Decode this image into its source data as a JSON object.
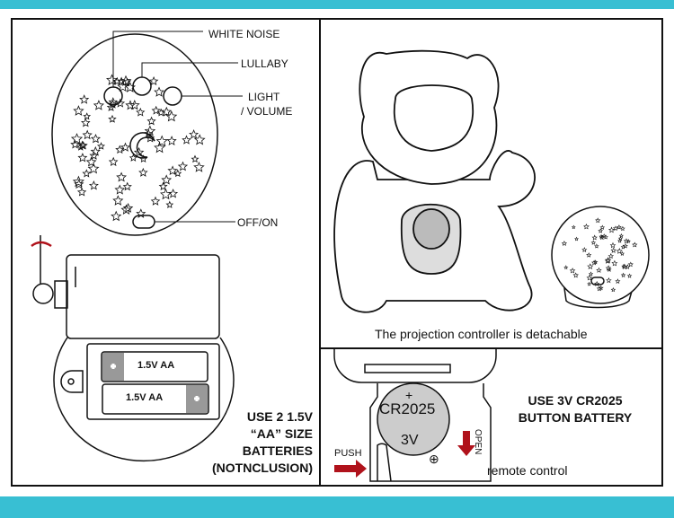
{
  "controls": {
    "white_noise": "WHITE NOISE",
    "lullaby": "LULLABY",
    "light": "LIGHT",
    "volume": "/ VOLUME",
    "off_on": "OFF/ON"
  },
  "aa_battery": {
    "cell_label_1": "1.5V  AA",
    "cell_label_2": "1.5V  AA",
    "note": [
      "USE 2  1.5V",
      "“AA”  SIZE",
      "BATTERIES",
      "(NOTNCLUSION)"
    ]
  },
  "projection_caption": "The projection controller is detachable",
  "remote": {
    "plus": "+",
    "model": "CR2025",
    "voltage": "3V",
    "plus_symbol": "⊕",
    "push": "PUSH",
    "open": "OPEN",
    "label": "remote control",
    "note": [
      "USE 3V CR2025",
      "BUTTON BATTERY"
    ]
  },
  "colors": {
    "teal": "#38bfd3",
    "arrow_red": "#b0121b"
  }
}
